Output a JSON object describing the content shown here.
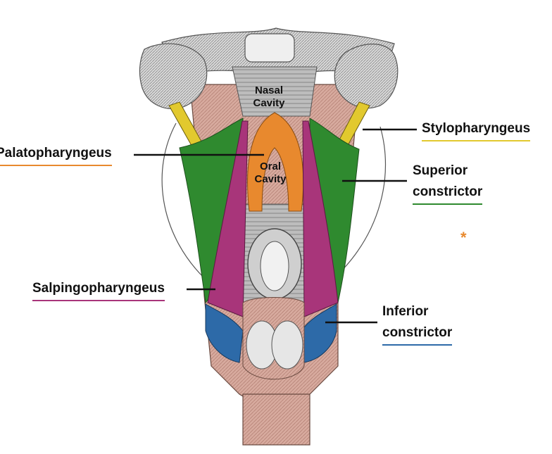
{
  "labels": {
    "stylopharyngeus": "Stylopharyngeus",
    "superior_line1": "Superior",
    "superior_line2": "constrictor",
    "palatopharyngeus": "Palatopharyngeus",
    "salpingopharyngeus": "Salpingopharyngeus",
    "inferior_line1": "Inferior",
    "inferior_line2": "constrictor",
    "nasal_line1": "Nasal",
    "nasal_line2": "Cavity",
    "oral_line1": "Oral",
    "oral_line2": "Cavity",
    "asterisk": "*"
  },
  "colors": {
    "stylopharyngeus": "#e2c92e",
    "superior_constrictor": "#2f8a2f",
    "palatopharyngeus": "#e8892e",
    "salpingopharyngeus": "#a8357a",
    "inferior_constrictor": "#2d6aa8",
    "asterisk": "#e8892e"
  }
}
